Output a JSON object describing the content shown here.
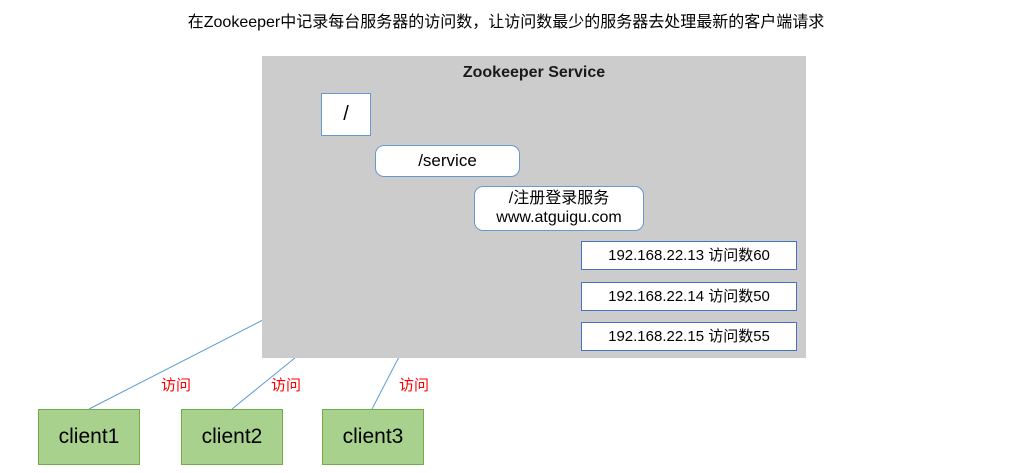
{
  "title": "在Zookeeper中记录每台服务器的访问数，让访问数最少的服务器去处理最新的客户端请求",
  "panel": {
    "heading": "Zookeeper Service",
    "background_color": "#cccccc"
  },
  "tree": {
    "root": {
      "label": "/"
    },
    "service": {
      "label": "/service"
    },
    "app": {
      "line1": "/注册登录服务",
      "line2": "www.atguigu.com"
    },
    "servers": [
      {
        "label": "192.168.22.13 访问数60",
        "ip": "192.168.22.13",
        "visits": 60
      },
      {
        "label": "192.168.22.14 访问数50",
        "ip": "192.168.22.14",
        "visits": 50
      },
      {
        "label": "192.168.22.15 访问数55",
        "ip": "192.168.22.15",
        "visits": 55
      }
    ]
  },
  "clients": [
    {
      "label": "client1",
      "access_label": "访问"
    },
    {
      "label": "client2",
      "access_label": "访问"
    },
    {
      "label": "client3",
      "access_label": "访问"
    }
  ],
  "colors": {
    "node_border": "#6699cc",
    "ip_border": "#4472c4",
    "client_fill": "#a9d18e",
    "client_border": "#70ad47",
    "edge": "#5b9bd5",
    "access_text": "#ff0000"
  }
}
